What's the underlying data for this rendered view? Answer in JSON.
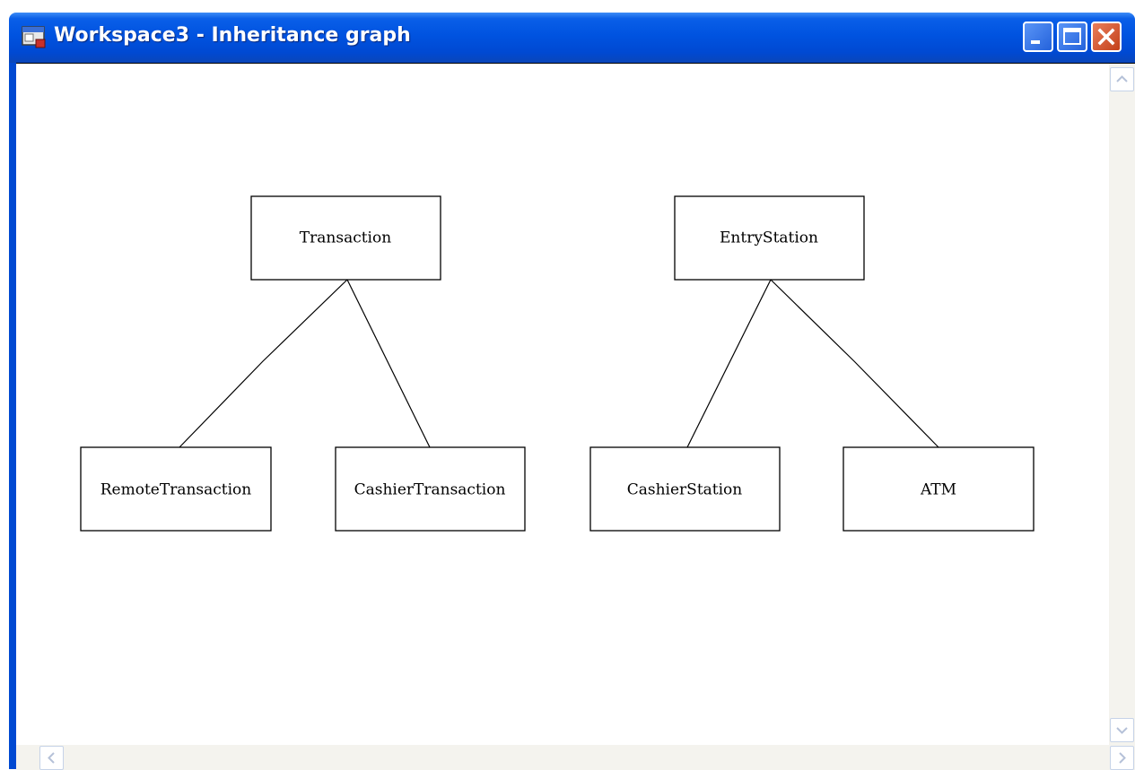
{
  "window": {
    "title": "Workspace3 - Inheritance graph",
    "icon": "app-window-icon",
    "buttons": [
      "minimize",
      "maximize",
      "close"
    ]
  },
  "graph": {
    "nodes": [
      {
        "id": "transaction",
        "label": "Transaction"
      },
      {
        "id": "entry_station",
        "label": "EntryStation"
      },
      {
        "id": "remote_transaction",
        "label": "RemoteTransaction"
      },
      {
        "id": "cashier_transaction",
        "label": "CashierTransaction"
      },
      {
        "id": "cashier_station",
        "label": "CashierStation"
      },
      {
        "id": "atm",
        "label": "ATM"
      }
    ],
    "edges": [
      {
        "from": "transaction",
        "to": "remote_transaction"
      },
      {
        "from": "transaction",
        "to": "cashier_transaction"
      },
      {
        "from": "entry_station",
        "to": "cashier_station"
      },
      {
        "from": "entry_station",
        "to": "atm"
      }
    ]
  },
  "colors": {
    "titlebar": "#0053e0",
    "close_button": "#c3401a",
    "node_border": "#000000",
    "background": "#ffffff"
  }
}
